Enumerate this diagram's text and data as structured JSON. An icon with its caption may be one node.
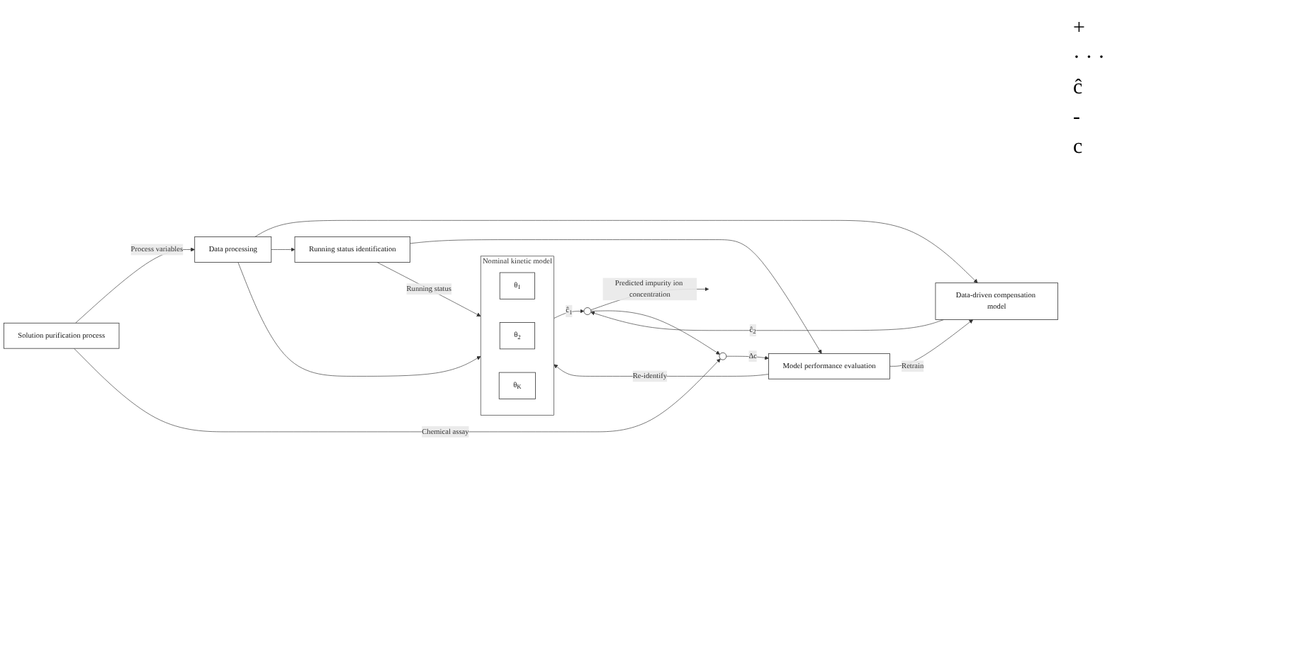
{
  "diagram": {
    "nodes": [
      {
        "text": [
          "Data-driven compensation model"
        ]
      },
      {
        "text": [
          "Nominal kinetic model"
        ]
      },
      {
        "text": [
          "θ$_{1}$"
        ],
        "in": 1
      },
      {
        "text": [
          "θ$_{2}$"
        ],
        "in": 1
      },
      {
        "text": [
          "θ$_{K}$"
        ],
        "in": 1
      },
      {
        "text": [],
        "shape": "circle"
      },
      {
        "text": [
          "Data processing"
        ]
      },
      {
        "text": [
          "Running status identification"
        ]
      },
      {
        "text": [
          "Model performance evaluation"
        ]
      },
      {
        "text": [],
        "shape": "circle"
      },
      {
        "text": [
          "Solution purification process"
        ]
      }
    ],
    "edges": [
      {
        "from": 0,
        "to": 5,
        "arrow": "to",
        "label": "ĉ$_{2}$"
      },
      {
        "from": 1,
        "to": 5,
        "arrow": "to",
        "label": "ĉ$_{1}$"
      },
      {
        "from": 5,
        "to": null,
        "arrow": "to",
        "label": "Predicted impurity ion concentration"
      },
      {
        "from": 5,
        "to": 9,
        "arrow": "to"
      },
      {
        "from": 6,
        "to": 0,
        "arrow": "to"
      },
      {
        "from": 6,
        "to": 1,
        "arrow": "to"
      },
      {
        "from": 6,
        "to": 7,
        "arrow": "to"
      },
      {
        "from": 7,
        "to": 1,
        "arrow": "to",
        "label": "Running status"
      },
      {
        "from": 7,
        "to": 8,
        "arrow": "to"
      },
      {
        "from": 8,
        "to": 0,
        "arrow": "to",
        "label": "Retrain"
      },
      {
        "from": 8,
        "to": 1,
        "arrow": "to",
        "label": "Re-identify"
      },
      {
        "from": 9,
        "to": 8,
        "arrow": "to",
        "label": "Δc"
      },
      {
        "from": 10,
        "to": 6,
        "arrow": "to",
        "label": "Process variables"
      },
      {
        "from": 10,
        "to": 9,
        "arrow": "to",
        "label": "Chemical assay"
      }
    ],
    "labels": [
      "+",
      "· · ·",
      "ĉ",
      "-",
      "c"
    ]
  }
}
